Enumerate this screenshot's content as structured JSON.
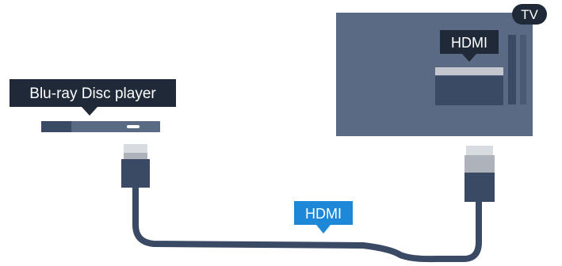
{
  "labels": {
    "player": "Blu-ray Disc player",
    "tv_badge": "TV",
    "tv_port": "HDMI",
    "cable": "HDMI"
  },
  "colors": {
    "device": "#5a6a84",
    "device_dark": "#3b4a64",
    "label_box": "#1f2937",
    "cable_label": "#1e88d8",
    "connector_head": "#d8dbe0",
    "cable": "#3b4a64"
  }
}
